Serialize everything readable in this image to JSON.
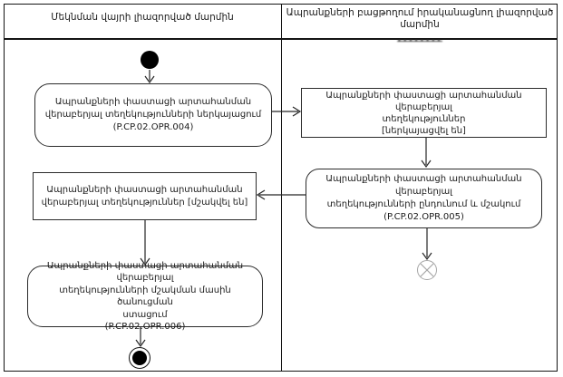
{
  "lanes": {
    "left": {
      "title": "Մեկնման վայրի լիազորված մարմին"
    },
    "right": {
      "title": "Ապրանքների բացթողում իրականացնող լիազորված մարմին",
      "subtitle_illegible": "••••••••"
    }
  },
  "nodes": {
    "action1": {
      "type": "action",
      "lines": [
        "Ապրանքների փաստացի արտահանման",
        "վերաբերյալ տեղեկությունների ներկայացում",
        "(P.CP.02.OPR.004)"
      ]
    },
    "object1": {
      "type": "object-state",
      "lines": [
        "Ապրանքների փաստացի արտահանման վերաբերյալ",
        "տեղեկություններ",
        "[ներկայացվել են]"
      ]
    },
    "action2": {
      "type": "action",
      "lines": [
        "Ապրանքների փաստացի արտահանման վերաբերյալ",
        "տեղեկությունների ընդունում և մշակում",
        "(P.CP.02.OPR.005)"
      ]
    },
    "object2": {
      "type": "object-state",
      "lines": [
        "Ապրանքների փաստացի արտահանման",
        "վերաբերյալ տեղեկություններ [մշակվել են]"
      ]
    },
    "action3": {
      "type": "action",
      "lines": [
        "Ապրանքների փաստացի արտահանման վերաբերյալ",
        "տեղեկությունների մշակման մասին ծանուցման",
        "ստացում",
        "(P.CP.02.OPR.006)"
      ]
    }
  },
  "colors": {
    "border": "#141414",
    "box_border": "#2b2b2b",
    "connector": "#262626",
    "flow_final": "#a6a6a6",
    "background": "#ffffff"
  }
}
